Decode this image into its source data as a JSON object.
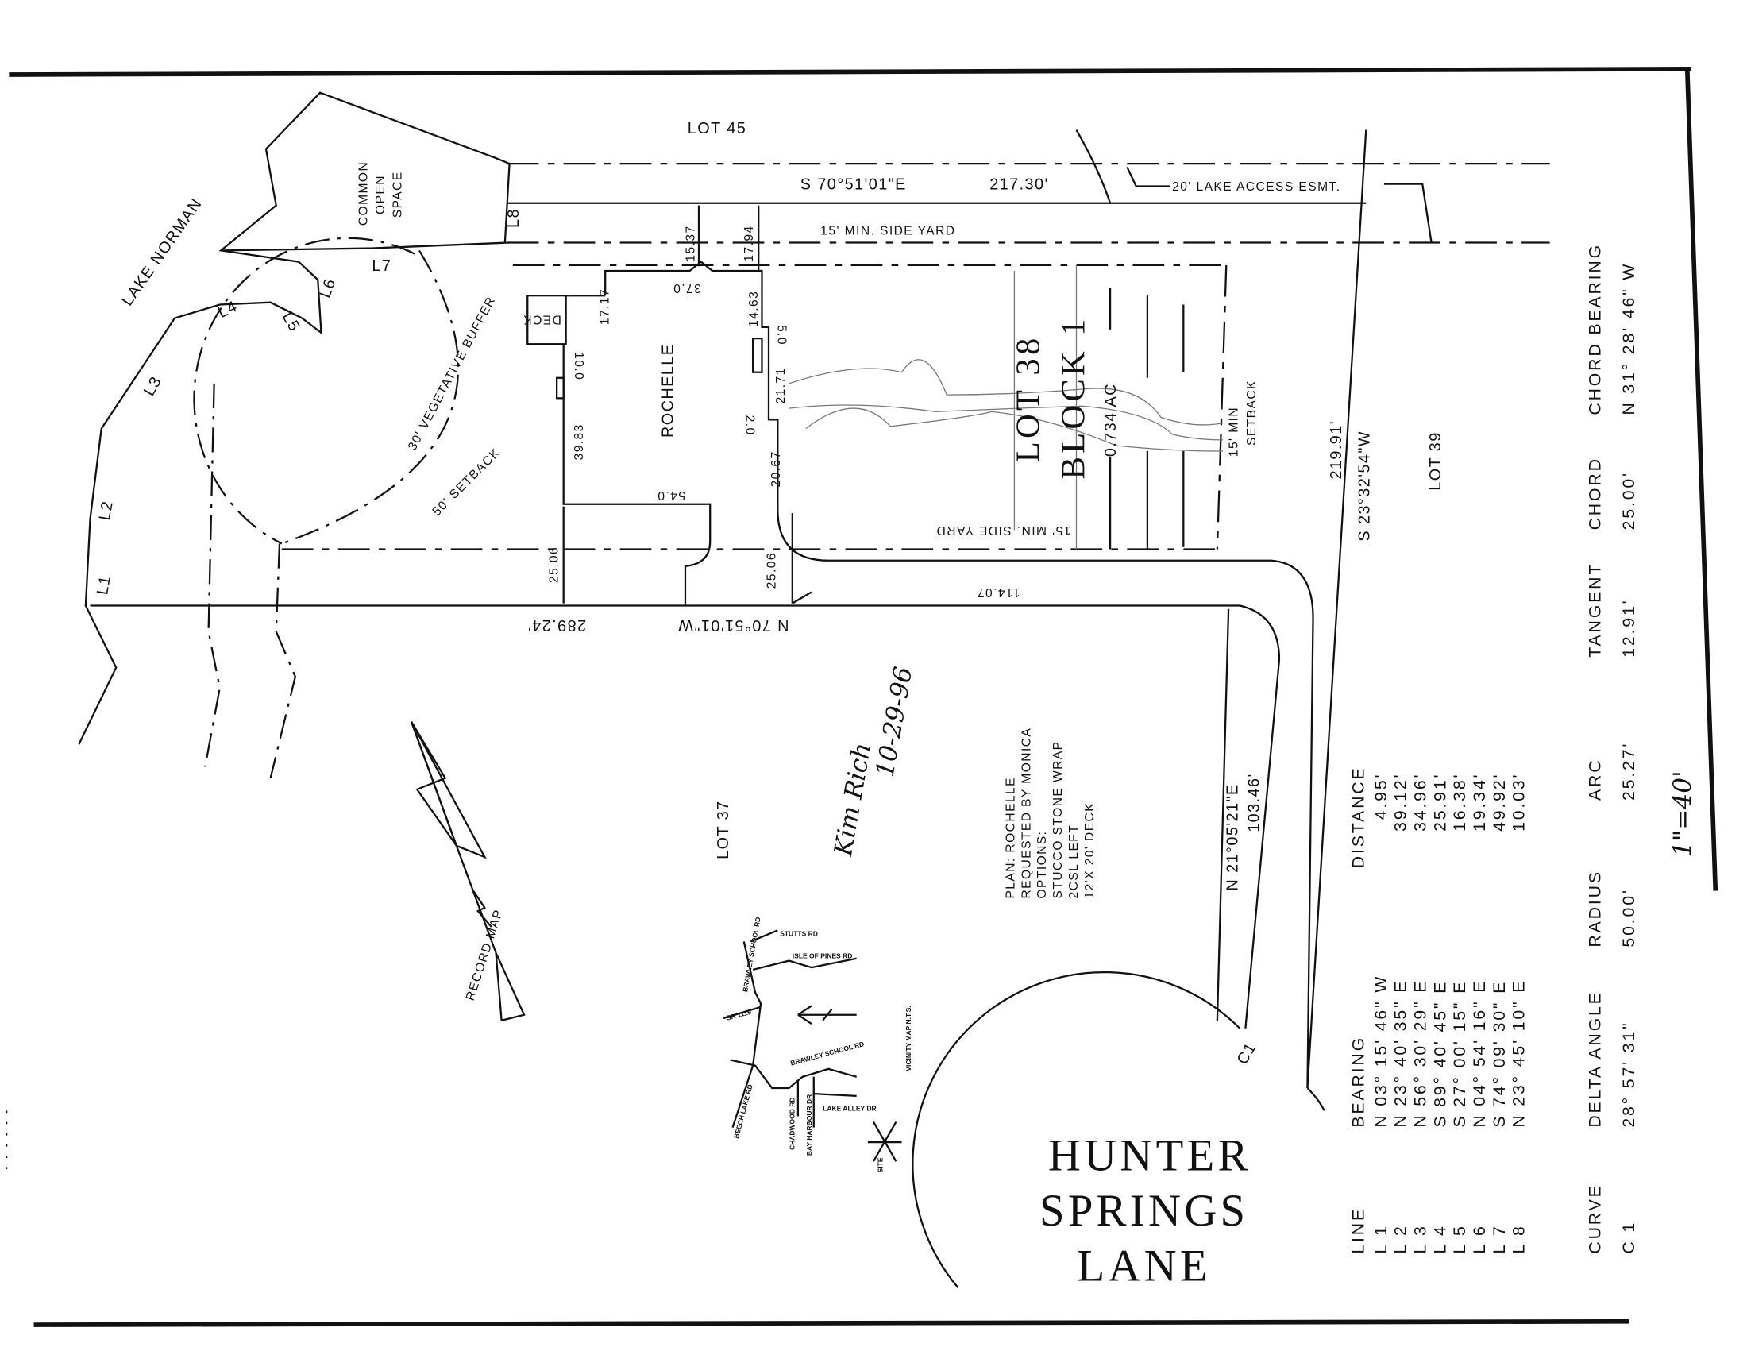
{
  "lots": {
    "lot_45": "LOT 45",
    "lot_37": "LOT 37",
    "lot_39": "LOT 39",
    "lot_38": "LOT 38",
    "block": "BLOCK 1",
    "acreage": "0.734 AC"
  },
  "labels": {
    "lake": "LAKE NORMAN",
    "common_open_space": [
      "COMMON",
      "OPEN",
      "SPACE"
    ],
    "vegetative_buffer": "30' VEGETATIVE BUFFER",
    "setback_50": "50' SETBACK",
    "side_yard_top": "15' MIN. SIDE YARD",
    "side_yard_bottom": "15' MIN. SIDE YARD",
    "rear_setback": [
      "15' MIN",
      "SETBACK"
    ],
    "lake_access": "20' LAKE ACCESS ESMT.",
    "house": "ROCHELLE",
    "deck": "DECK",
    "record_map": "RECORD MAP",
    "curve_tag": "C1",
    "street": [
      "HUNTER",
      "SPRINGS",
      "LANE"
    ]
  },
  "line_tags": [
    "L1",
    "L2",
    "L3",
    "L4",
    "L5",
    "L6",
    "L7",
    "L8"
  ],
  "boundaries": {
    "north_bearing": "S 70°51'01\"E",
    "north_distance": "217.30'",
    "south_bearing": "N 70°51'01\"W",
    "south_distance": "289.24'",
    "south_segment": "114.07",
    "east_bearing": "S 23°32'54\"W",
    "east_distance": "219.91'",
    "front_bearing": "N 21°05'21\"E",
    "front_distance": "103.46'"
  },
  "dimensions": {
    "d_15_37": "15.37",
    "d_17_94": "17.94",
    "d_37_0": "37.0",
    "d_17_17": "17.17",
    "d_14_63": "14.63",
    "d_5_0": "5.0",
    "d_10_0": "10.0",
    "d_21_71": "21.71",
    "d_2_0": "2.0",
    "d_39_83": "39.83",
    "d_20_67": "20.67",
    "d_54_0": "54.0",
    "d_25_06_left": "25.06",
    "d_25_06_right": "25.06"
  },
  "plan_notes": [
    "PLAN: ROCHELLE",
    "REQUESTED BY MONICA",
    "OPTIONS:",
    "STUCCO STONE WRAP",
    "2CSL LEFT",
    "12'X 20' DECK"
  ],
  "vicinity_map": {
    "title": "VICINITY MAP N.T.S.",
    "roads": [
      "STUTTS RD",
      "ISLE OF PINES RD",
      "BRAWLEY SCHOOL RD",
      "SR 1119",
      "BRAWLEY SCHOOL RD",
      "BEECH LAKE RD",
      "CHADWOOD RD",
      "BAY HARBOUR DR",
      "LAKE ALLEY DR"
    ],
    "site": "SITE"
  },
  "line_table": {
    "headers": [
      "LINE",
      "BEARING",
      "DISTANCE"
    ],
    "rows": [
      {
        "line": "L 1",
        "bearing": "N 03° 15' 46\" W",
        "distance": "4.95'"
      },
      {
        "line": "L 2",
        "bearing": "N 23° 40' 35\" E",
        "distance": "39.12'"
      },
      {
        "line": "L 3",
        "bearing": "N 56° 30' 29\" E",
        "distance": "34.96'"
      },
      {
        "line": "L 4",
        "bearing": "S 89° 40' 45\" E",
        "distance": "25.91'"
      },
      {
        "line": "L 5",
        "bearing": "S 27° 00' 15\" E",
        "distance": "16.38'"
      },
      {
        "line": "L 6",
        "bearing": "N 04° 54' 16\" E",
        "distance": "19.34'"
      },
      {
        "line": "L 7",
        "bearing": "S 74° 09' 30\" E",
        "distance": "49.92'"
      },
      {
        "line": "L 8",
        "bearing": "N 23° 45' 10\" E",
        "distance": "10.03'"
      }
    ]
  },
  "curve_table": {
    "headers": [
      "CURVE",
      "DELTA ANGLE",
      "RADIUS",
      "ARC",
      "TANGENT",
      "CHORD",
      "CHORD BEARING"
    ],
    "rows": [
      {
        "curve": "C 1",
        "delta": "28° 57' 31\"",
        "radius": "50.00'",
        "arc": "25.27'",
        "tangent": "12.91'",
        "chord": "25.00'",
        "chord_bearing": "N 31° 28' 46\" W"
      }
    ]
  },
  "handwriting": {
    "signature": "Kim Rich",
    "date": "10-29-96",
    "scale": "1\"=40'"
  }
}
